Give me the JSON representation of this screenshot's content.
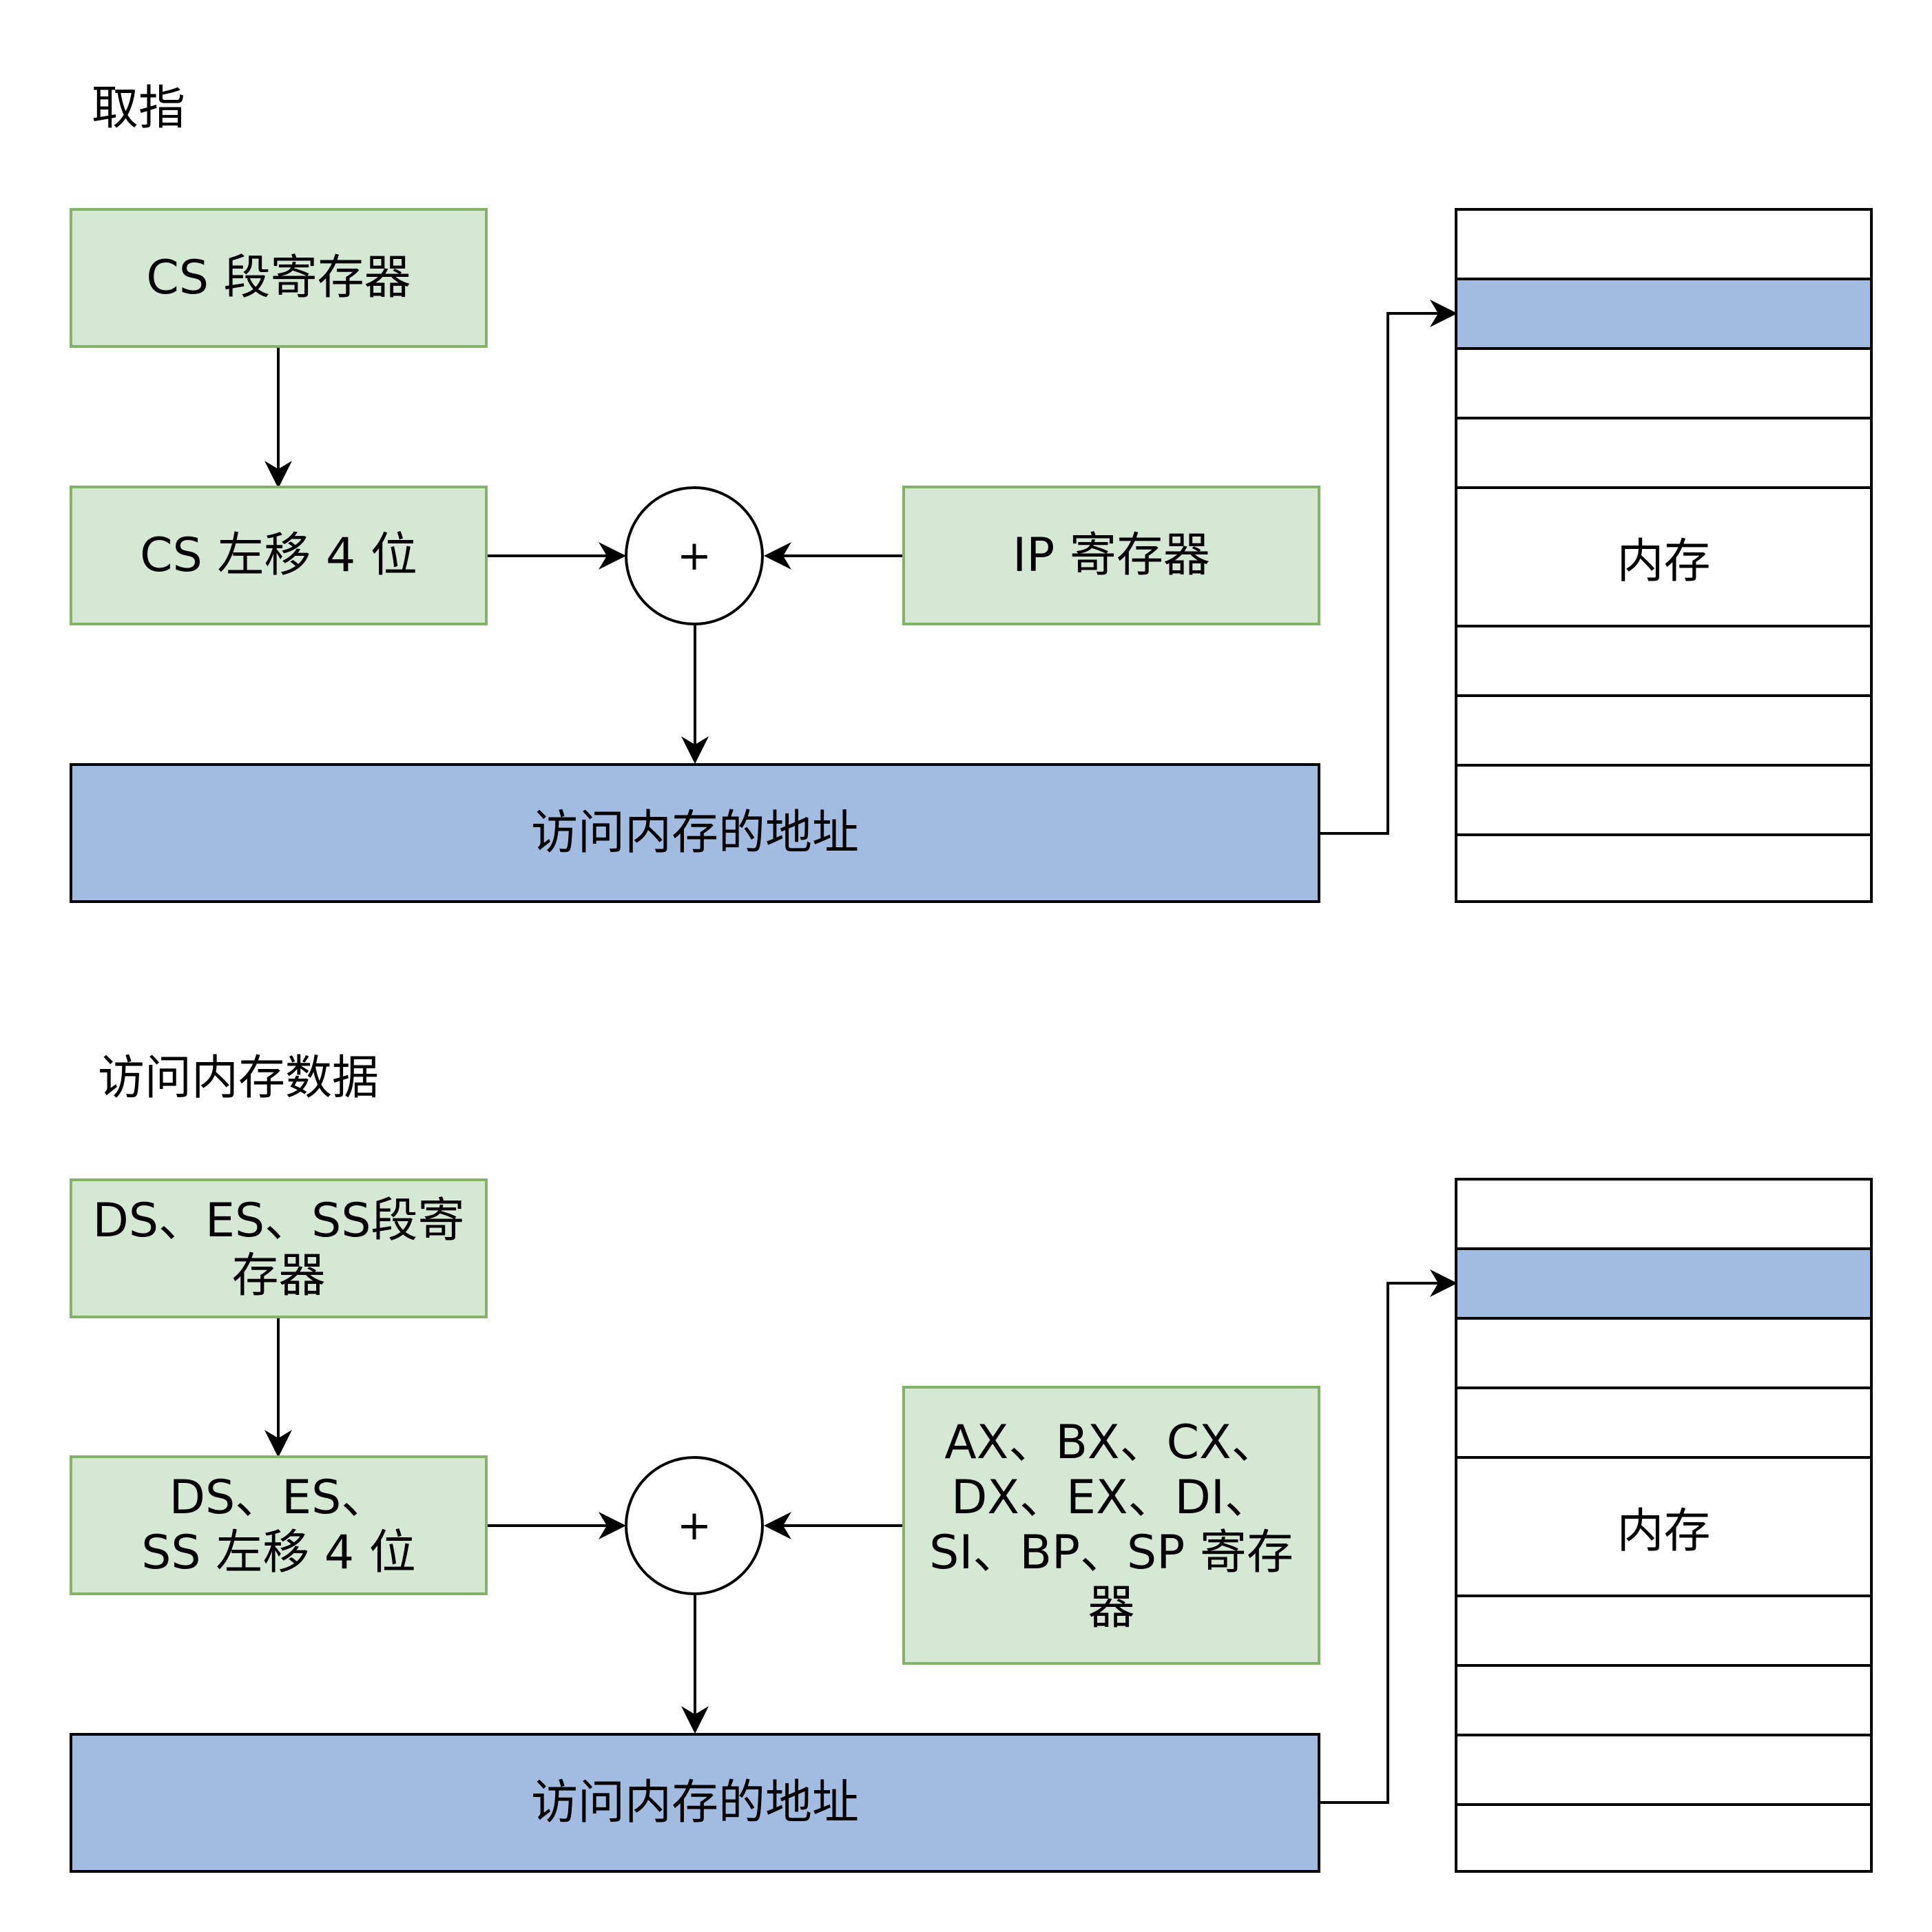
{
  "colors": {
    "register_fill": "#d5e8d4",
    "register_border": "#82b366",
    "address_fill": "#a2bce1",
    "line": "#000000"
  },
  "fetch": {
    "title": "取指",
    "segment_register": "CS 段寄存器",
    "shifted_segment": "CS 左移 4 位",
    "offset_register": "IP 寄存器",
    "adder_symbol": "+",
    "address": "访问内存的地址",
    "memory_label": "内存"
  },
  "data_access": {
    "title": "访问内存数据",
    "segment_register": [
      "DS、ES、SS段寄",
      "存器"
    ],
    "shifted_segment": [
      "DS、ES、",
      "SS 左移 4 位"
    ],
    "offset_register": [
      "AX、BX、CX、",
      "DX、EX、DI、",
      "SI、BP、SP 寄存",
      "器"
    ],
    "adder_symbol": "+",
    "address": "访问内存的地址",
    "memory_label": "内存"
  }
}
